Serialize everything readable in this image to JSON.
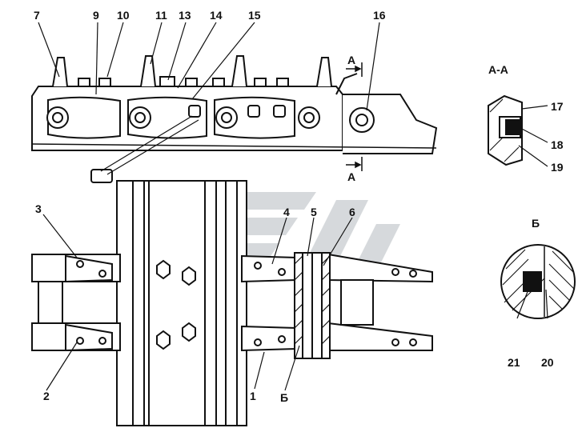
{
  "callouts": {
    "n1": "1",
    "n2": "2",
    "n3": "3",
    "n4": "4",
    "n5": "5",
    "n6": "6",
    "n7": "7",
    "n9": "9",
    "n10": "10",
    "n11": "11",
    "n13": "13",
    "n14": "14",
    "n15": "15",
    "n16": "16",
    "n17": "17",
    "n18": "18",
    "n19": "19",
    "n20": "20",
    "n21": "21"
  },
  "section_marks": {
    "a_top": "А",
    "a_bottom": "А",
    "b_bottom": "Б"
  },
  "detail_titles": {
    "aa": "А-А",
    "b": "Б"
  },
  "colors": {
    "ink": "#111111",
    "watermark": "#cfd3d6",
    "paper": "#ffffff"
  }
}
